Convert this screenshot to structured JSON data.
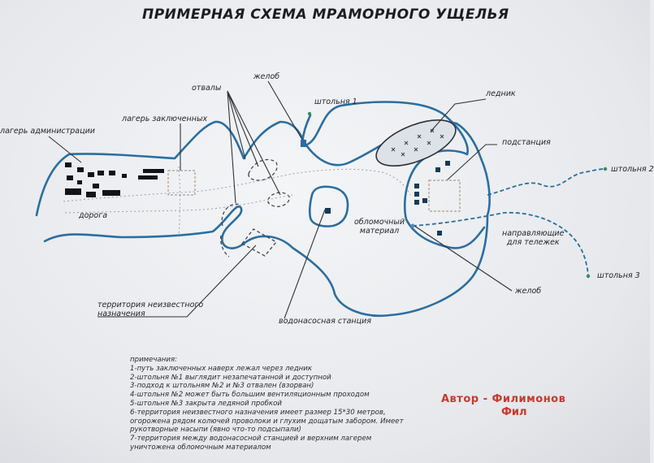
{
  "title": "ПРИМЕРНАЯ СХЕМА МРАМОРНОГО УЩЕЛЬЯ",
  "labels": {
    "admin_camp": "лагерь администрации",
    "prisoners_camp": "лагерь заключенных",
    "dumps": "отвалы",
    "chute": "желоб",
    "adit1": "штольня 1",
    "adit2": "штольня 2",
    "adit3": "штольня 3",
    "glacier": "ледник",
    "substation": "подстанция",
    "rails_line1": "направляющие",
    "rails_line2": "для тележек",
    "chute2": "желоб",
    "debris_line1": "обломочный",
    "debris_line2": "материал",
    "road": "дорога",
    "unknown_line1": "территория неизвестного",
    "unknown_line2": "назначения",
    "pump_station": "водонасосная станция"
  },
  "notes_title": "примечания:",
  "notes": [
    "1-путь заключенных наверх лежал через ледник",
    "2-штольня №1 выглядит незапечатанной и доступной",
    "3-подход к штольням №2 и №3 отвален (взорван)",
    "4-штольня №2 может быть большим вентиляционным проходом",
    "5-штольня №3 закрыта ледяной пробкой",
    "6-территория неизвестного назначения имеет размер 15*30 метров,",
    "огорожена рядом колючей проволоки и глухим дощатым забором. Имеет",
    "рукотворные насыпи (явно что-то подсыпали)",
    "7-территория между водонасосной станцией и верхним лагерем",
    "уничтожена обломочным материалом"
  ],
  "author_line1": "Автор - Филимонов",
  "author_line2": "Фил",
  "colors": {
    "outline": "#2a6ea0",
    "ink": "#1b1d22",
    "author": "#c63a30",
    "building": "#b09a84"
  }
}
